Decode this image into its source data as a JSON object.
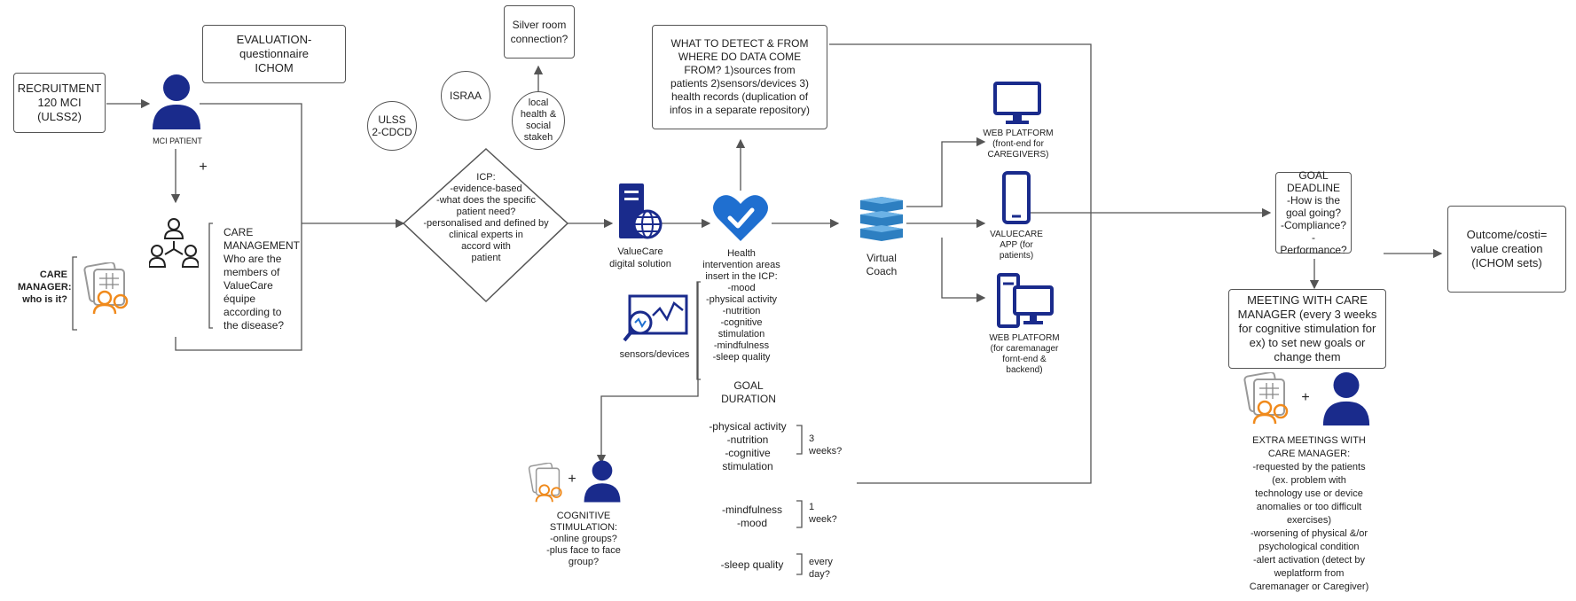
{
  "recruitment": "RECRUITMENT\n120 MCI\n(ULSS2)",
  "mci_patient_label": "MCI PATIENT",
  "plus": "+",
  "evaluation": "EVALUATION-questionnaire\nICHOM",
  "care_management": "CARE\nMANAGEMENT\nWho are the\nmembers of\nValueCare\néquipe\naccording to\nthe disease?",
  "care_manager": "CARE\nMANAGER:\nwho is it?",
  "ulss": "ULSS\n2-CDCD",
  "israa": "ISRAA",
  "local_health": "local\nhealth &\nsocial\nstakeh",
  "silver_room": "Silver room\nconnection?",
  "icp": "ICP:\n-evidence-based\n-what does the specific\npatient need?\n-personalised and defined by\nclinical experts in\naccord with\npatient",
  "valuecare_digital": "ValueCare\ndigital solution",
  "what_to_detect": "WHAT TO DETECT & FROM\nWHERE DO DATA COME\nFROM?    1)sources from\npatients 2)sensors/devices 3)\nhealth records (duplication of\ninfos in a separate repository)",
  "health_areas": "Health\nintervention areas\ninsert in the ICP:\n-mood\n-physical activity\n-nutrition\n-cognitive\nstimulation\n-mindfulness\n-sleep quality",
  "sensors_devices": "sensors/devices",
  "goal_duration": "GOAL\nDURATION",
  "goal_group1": "-physical activity\n-nutrition\n-cognitive\nstimulation",
  "goal_group1_dur": "3\nweeks?",
  "goal_group2": "-mindfulness\n-mood",
  "goal_group2_dur": "1\nweek?",
  "goal_group3": "-sleep quality",
  "goal_group3_dur": "every\nday?",
  "cognitive_stimulation": "COGNITIVE\nSTIMULATION:\n-online groups?\n-plus face to face\ngroup?",
  "virtual_coach": "Virtual\nCoach",
  "web_platform_caregivers": "WEB PLATFORM\n(front-end for\nCAREGIVERS)",
  "valuecare_app": "VALUECARE\nAPP (for\npatients)",
  "web_platform_caremanager": "WEB PLATFORM\n(for caremanager\nfornt-end &\nbackend)",
  "goal_deadline": "GOAL\nDEADLINE\n-How is the\ngoal going?\n-Compliance?\n-Performance?",
  "meeting_care_manager": "MEETING WITH CARE\nMANAGER (every 3 weeks\nfor cognitive stimulation for\nex) to set new goals or\nchange them",
  "extra_meetings": "EXTRA MEETINGS WITH\nCARE MANAGER:\n-requested by the patients\n(ex. problem with\ntechnology use or device\nanomalies or too difficult\nexercises)\n-worsening of physical &/or\npsychological condition\n-alert activation (detect by\nweplatform from\nCaremanager or Caregiver)",
  "outcome": "Outcome/costi=\nvalue creation\n(ICHOM sets)",
  "colors": {
    "navy": "#1a2b8c",
    "orange": "#f08a1c",
    "blue": "#1f6fd0",
    "line": "#555555"
  }
}
